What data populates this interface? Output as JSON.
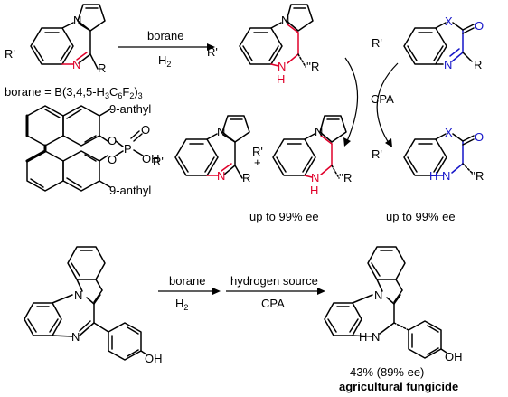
{
  "labels": {
    "rxn1_top": "borane",
    "rxn1_bottom": "H",
    "rxn1_bottom_sub": "2",
    "borane_def_prefix": "borane = B(3,4,5-H",
    "borane_def_sub1": "3",
    "borane_def_mid": "C",
    "borane_def_sub2": "6",
    "borane_def_mid2": "F",
    "borane_def_sub3": "2",
    "borane_def_close": ")",
    "borane_def_sub4": "3",
    "cpa": "CPA",
    "anthryl_top": "9-anthyl",
    "anthryl_bottom": "9-anthyl",
    "ee_left": "up to 99% ee",
    "ee_right": "up to 99% ee",
    "plus": "+",
    "rxn2_borane": "borane",
    "rxn2_h2": "H",
    "rxn2_h2_sub": "2",
    "rxn2_hsource": "hydrogen source",
    "rxn2_cpa": "CPA",
    "yield": "43% (89% ee)",
    "product_name": "agricultural fungicide"
  },
  "atoms": {
    "N": "N",
    "R": "R",
    "Rp": "R'",
    "X": "X",
    "O": "O",
    "P": "P",
    "OH": "OH",
    "H": "H",
    "NH": "N",
    "Rdash": "''R"
  },
  "colors": {
    "red": "#e0002a",
    "blue": "#1515c8",
    "black": "#000000"
  }
}
